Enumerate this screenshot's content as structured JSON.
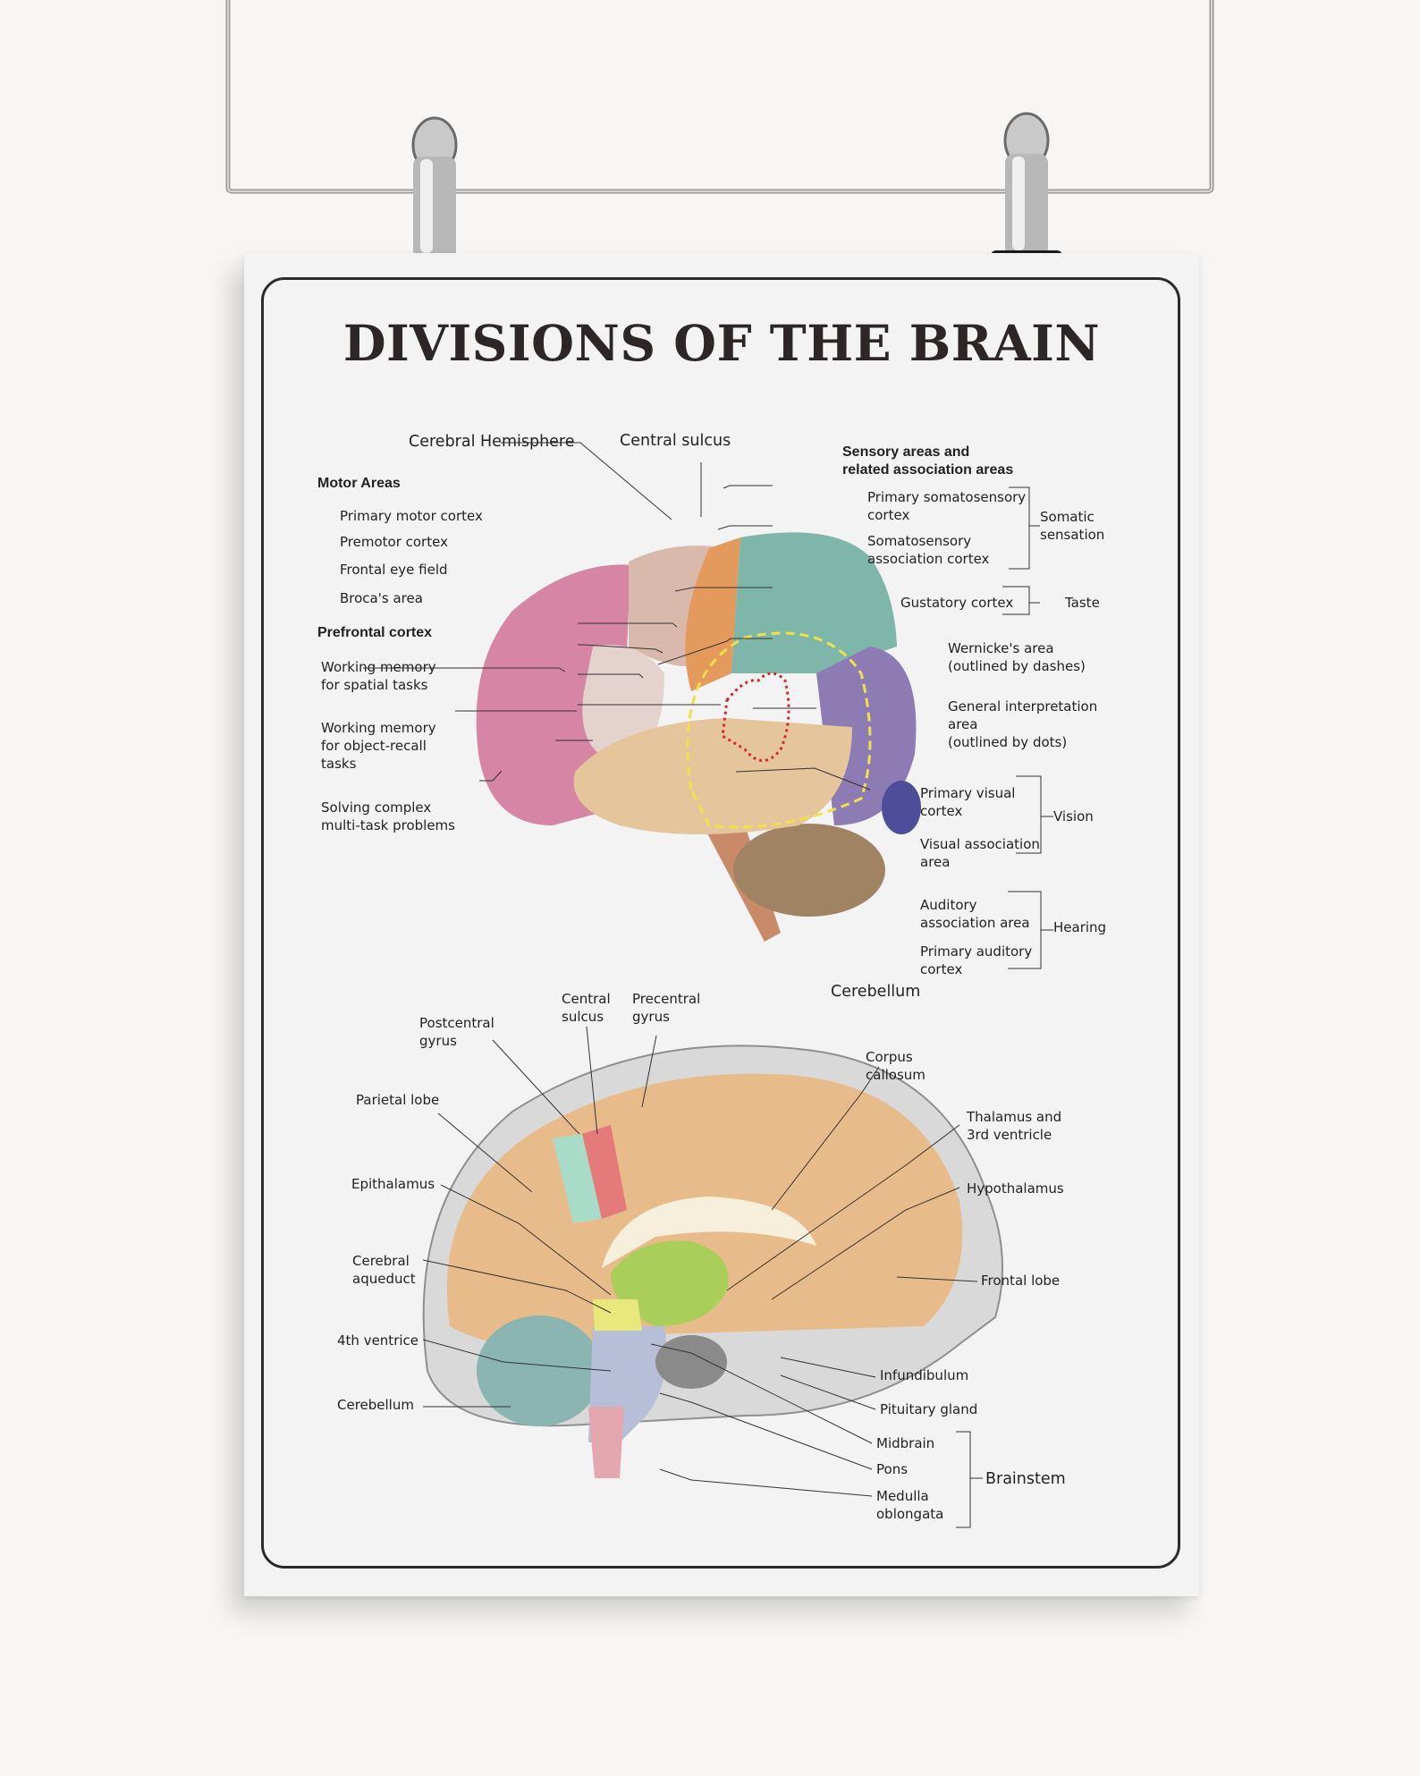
{
  "title": "DIVISIONS OF THE BRAIN",
  "lateral_view": {
    "cerebral_hemisphere": "Cerebral Hemisphere",
    "central_sulcus": "Central sulcus",
    "motor_areas": {
      "heading": "Motor Areas",
      "primary_motor_cortex": "Primary motor cortex",
      "premotor_cortex": "Premotor cortex",
      "frontal_eye_field": "Frontal eye field",
      "brocas_area": "Broca's area"
    },
    "prefrontal_cortex": {
      "heading": "Prefrontal cortex",
      "working_memory_spatial": "Working memory\nfor spatial tasks",
      "working_memory_object": "Working memory\nfor object-recall\ntasks",
      "solving_complex": "Solving complex\nmulti-task problems"
    },
    "sensory_areas": {
      "heading": "Sensory areas and\nrelated association areas",
      "primary_somatosensory": "Primary somatosensory\ncortex",
      "somatosensory_association": "Somatosensory\nassociation cortex",
      "somatic_sensation": "Somatic\nsensation",
      "gustatory_cortex": "Gustatory cortex",
      "taste": "Taste",
      "wernickes_area": "Wernicke's area\n(outlined by dashes)",
      "general_interpretation": "General interpretation\n area\n(outlined by dots)",
      "primary_visual": "Primary visual\ncortex",
      "visual_association": "Visual association\narea",
      "vision": "Vision",
      "auditory_association": "Auditory\nassociation area",
      "primary_auditory": "Primary auditory\ncortex",
      "hearing": "Hearing"
    },
    "cerebellum": "Cerebellum"
  },
  "sagittal_view": {
    "central_sulcus": "Central\nsulcus",
    "precentral_gyrus": "Precentral\ngyrus",
    "postcentral_gyrus": "Postcentral\ngyrus",
    "parietal_lobe": "Parietal lobe",
    "epithalamus": "Epithalamus",
    "cerebral_aqueduct": "Cerebral\naqueduct",
    "fourth_ventricle": "4th ventrice",
    "cerebellum": "Cerebellum",
    "corpus_callosum": "Corpus\ncallosum",
    "thalamus": "Thalamus and\n3rd ventricle",
    "hypothalamus": "Hypothalamus",
    "frontal_lobe": "Frontal lobe",
    "infundibulum": "Infundibulum",
    "pituitary_gland": "Pituitary gland",
    "midbrain": "Midbrain",
    "pons": "Pons",
    "medulla": "Medulla\noblongata",
    "brainstem": "Brainstem"
  }
}
